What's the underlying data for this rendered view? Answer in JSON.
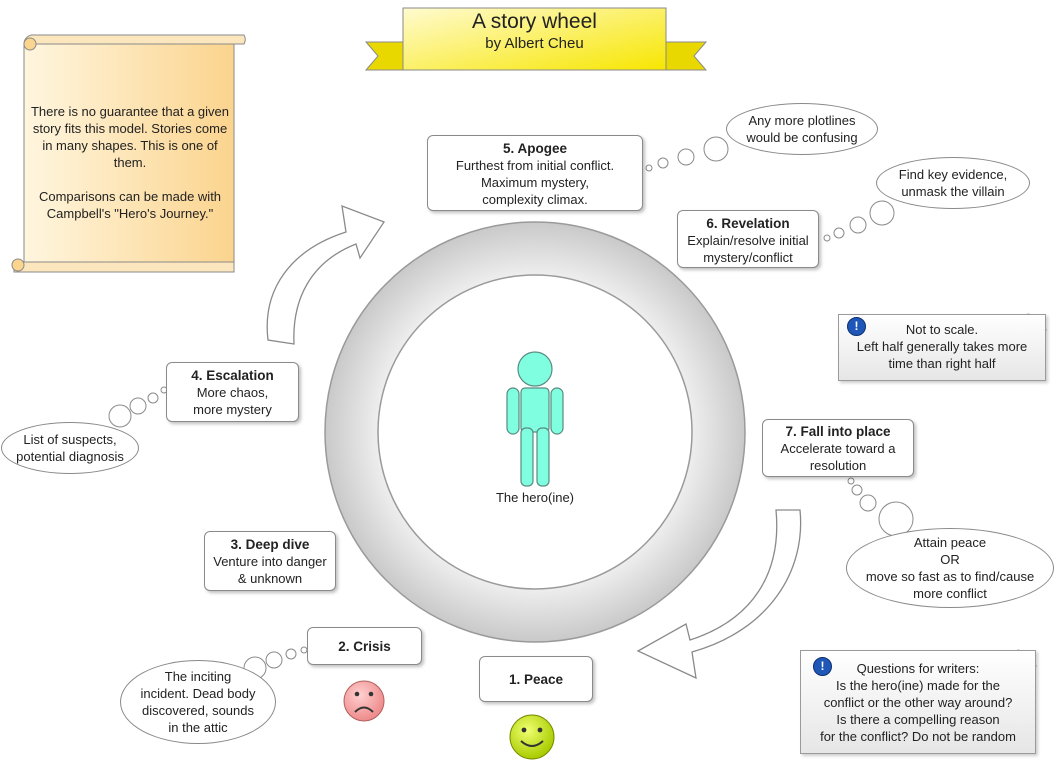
{
  "banner": {
    "title": "A story wheel",
    "subtitle": "by Albert Cheu"
  },
  "scroll_text": "There is no guarantee that a given story fits this model. Stories come in many shapes. This is one of them.\n\nComparisons can be made with Campbell's \"Hero's Journey.\"",
  "hero_label": "The hero(ine)",
  "stages": {
    "s1": {
      "title": "1. Peace",
      "body": ""
    },
    "s2": {
      "title": "2. Crisis",
      "body": ""
    },
    "s3": {
      "title": "3. Deep dive",
      "body": "Venture into danger\n& unknown"
    },
    "s4": {
      "title": "4. Escalation",
      "body": "More chaos,\nmore mystery"
    },
    "s5": {
      "title": "5. Apogee",
      "body": "Furthest from initial conflict.\nMaximum mystery,\ncomplexity climax."
    },
    "s6": {
      "title": "6. Revelation",
      "body": "Explain/resolve initial\nmystery/conflict"
    },
    "s7": {
      "title": "7. Fall into place",
      "body": "Accelerate toward a\nresolution"
    }
  },
  "thoughts": {
    "t5": "Any more plotlines\nwould be confusing",
    "t6": "Find key evidence,\nunmask the villain",
    "t4": "List of suspects,\npotential diagnosis",
    "t7": "Attain peace\nOR\nmove so fast as to find/cause\nmore conflict",
    "t2": "The inciting\nincident. Dead body\ndiscovered, sounds\nin the attic"
  },
  "notes": {
    "scale": "Not to scale.\nLeft half generally takes more\ntime than right half",
    "questions": "Questions for writers:\nIs the hero(ine) made for the\nconflict or the other way around?\nIs there a compelling reason\nfor the conflict? Do not be random"
  },
  "info_glyph": "!",
  "colors": {
    "banner": "#f9ea00",
    "scroll": "#fcd89a",
    "hero": "#7fffe0",
    "smiley_happy": "#c6e600",
    "smiley_sad": "#f4a3a3",
    "ring": "#d4d4d4",
    "info_icon": "#1f57b8"
  }
}
